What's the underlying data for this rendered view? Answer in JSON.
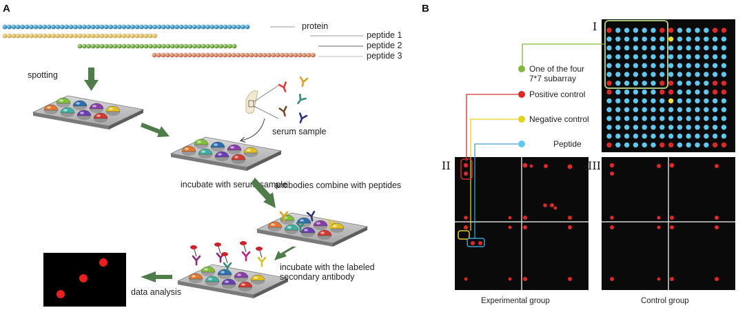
{
  "panel_a": {
    "letter": "A",
    "protein_label": "protein",
    "peptide1_label": "peptide 1",
    "peptide2_label": "peptide 2",
    "peptide3_label": "peptide 3",
    "spotting_label": "spotting",
    "serum_label": "serum sample",
    "incubate_serum_label": "incubate with serum sample",
    "antibodies_label": "antibodies combine with peptides",
    "incubate_secondary_line1": "incubate with the labeled",
    "incubate_secondary_line2": "secondary antibody",
    "data_analysis_label": "data analysis"
  },
  "panel_b": {
    "letter": "B",
    "roman_1": "I",
    "roman_2": "II",
    "roman_3": "III",
    "legend": {
      "subarray_line1": "One of the four",
      "subarray_line2": "7*7 subarray",
      "positive_control": "Positive control",
      "negative_control": "Negative control",
      "peptide": "Peptide"
    },
    "experimental_label": "Experimental group",
    "control_label": "Control group"
  },
  "colors": {
    "bead_blue": "#2a8fc0",
    "bead_yellow": "#e6c35a",
    "bead_green": "#6aa53a",
    "bead_orange": "#d9805e",
    "arrow_green": "#4e7d4a",
    "array_bg": "#0a0a0a",
    "peptide_dot": "#5ec8ee",
    "positive_dot": "#e02828",
    "negative_dot": "#f2e030",
    "subarray_frame": "#a7c47a",
    "legend_green": "#7fb83c",
    "leader_red": "#d03030",
    "leader_yellow": "#e6d020",
    "leader_blue": "#3aa0d0"
  }
}
